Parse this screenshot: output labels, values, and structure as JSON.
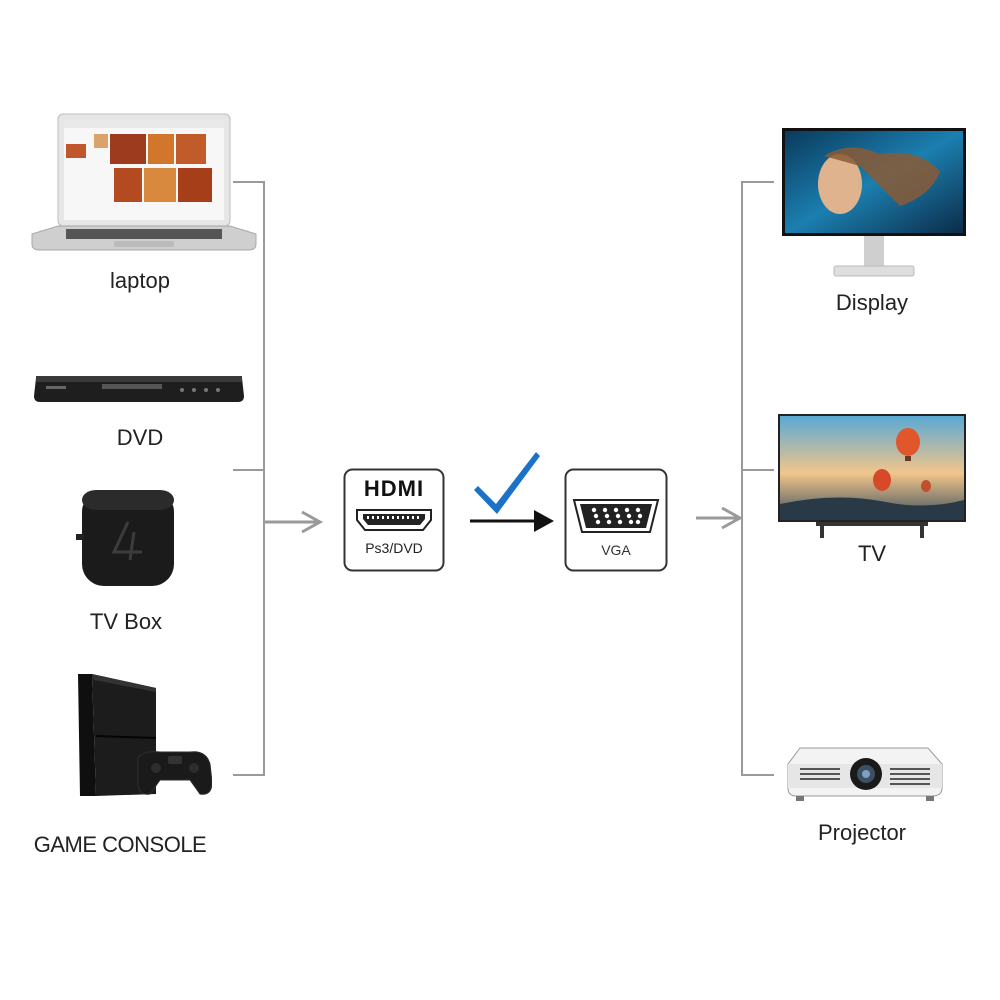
{
  "sources": [
    {
      "id": "laptop",
      "label": "laptop",
      "icon": "laptop-icon"
    },
    {
      "id": "dvd",
      "label": "DVD",
      "icon": "dvd-player-icon"
    },
    {
      "id": "tvbox",
      "label": "TV Box",
      "icon": "tv-box-icon"
    },
    {
      "id": "console",
      "label": "GAME CONSOLE",
      "icon": "game-console-icon"
    }
  ],
  "adapter": {
    "input": {
      "title": "HDMI",
      "subtitle": "Ps3/DVD",
      "icon": "hdmi-port-icon"
    },
    "output": {
      "title": "VGA",
      "icon": "vga-port-icon"
    },
    "check_icon": "checkmark-icon",
    "colors": {
      "check": "#1a73c8",
      "arrow": "#111111",
      "line": "#9a9a9a",
      "box_border": "#333333"
    }
  },
  "outputs": [
    {
      "id": "display",
      "label": "Display",
      "icon": "monitor-icon"
    },
    {
      "id": "tv",
      "label": "TV",
      "icon": "tv-icon"
    },
    {
      "id": "projector",
      "label": "Projector",
      "icon": "projector-icon"
    }
  ]
}
